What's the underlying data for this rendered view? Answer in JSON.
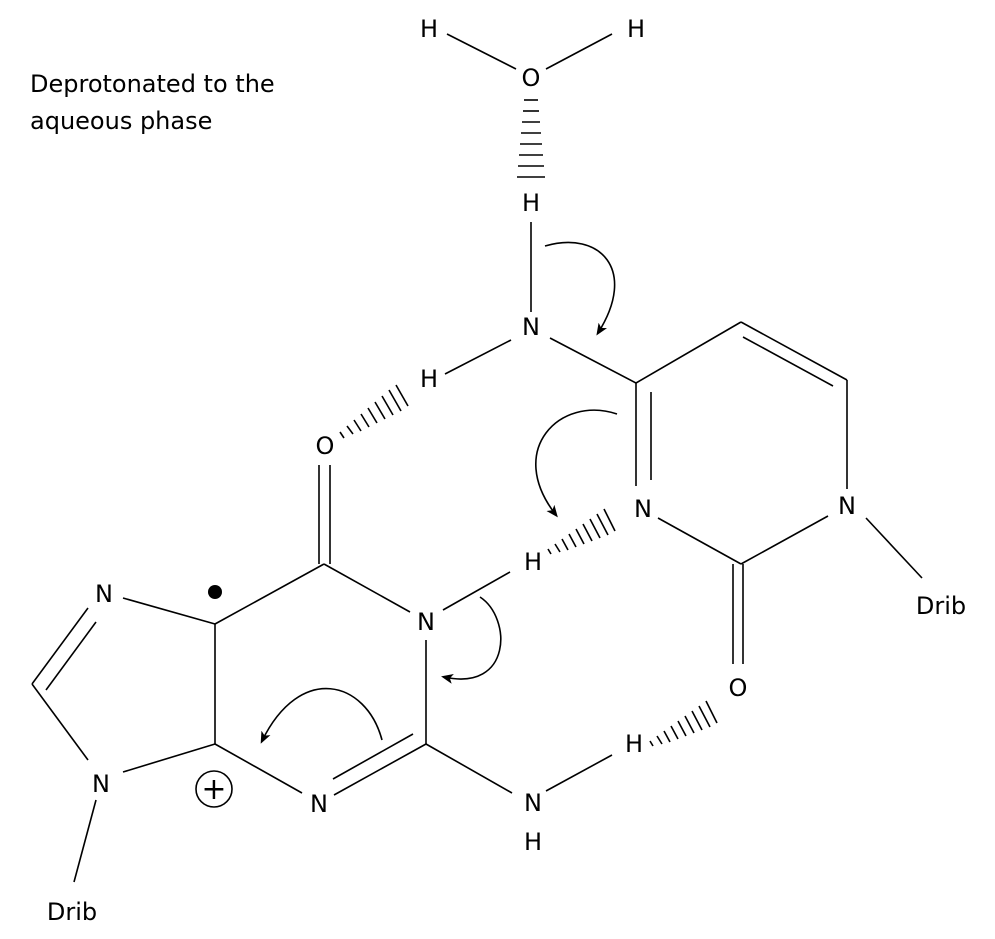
{
  "annotation": {
    "line1": "Deprotonated to the",
    "line2": "aqueous phase"
  },
  "atoms": {
    "water_h_left": "H",
    "water_h_right": "H",
    "water_o": "O",
    "water_hb_h": "H",
    "amino_n": "N",
    "amino_h": "H",
    "g_o6": "O",
    "c_n3": "N",
    "c_n1": "N",
    "c_drib": "Drib",
    "g_h1": "H",
    "g_n1": "N",
    "c_o2": "O",
    "g_h2": "H",
    "g_n7": "N",
    "g_n9": "N",
    "g_n3": "N",
    "g_n2": "N",
    "g_n2_h": "H",
    "g_drib": "Drib",
    "charge": "+"
  },
  "colors": {
    "ink": "#000000",
    "background": "#ffffff"
  }
}
